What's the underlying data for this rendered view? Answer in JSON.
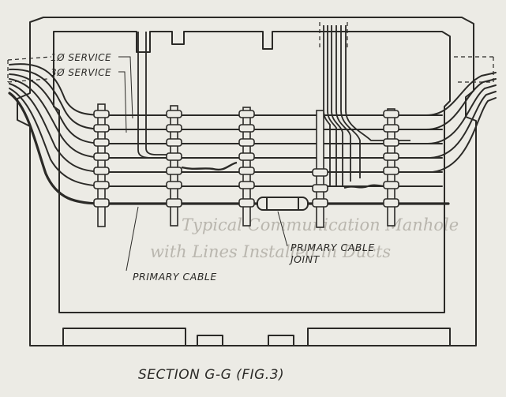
{
  "diagram": {
    "labels": {
      "single_phase": "1Ø SERVICE",
      "three_phase": "3Ø SERVICE",
      "primary_cable": "PRIMARY CABLE",
      "primary_joint_line1": "PRIMARY CABLE",
      "primary_joint_line2": "JOINT",
      "caption": "SECTION G-G (FIG.3)"
    },
    "bleed_through": {
      "line1": "Typical Communication Manhole",
      "line2": "with Lines Installed in Ducts"
    },
    "colors": {
      "paper": "#ecebe5",
      "ink": "#2b2a27",
      "faint": "#b9b6ae"
    }
  }
}
